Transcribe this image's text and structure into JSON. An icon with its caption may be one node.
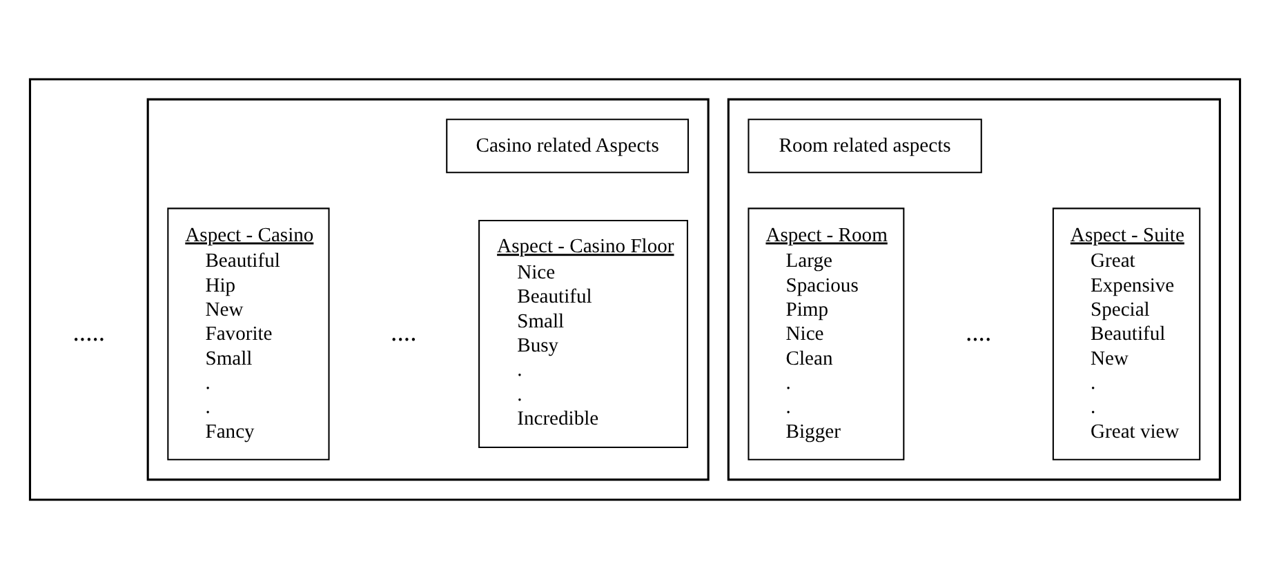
{
  "diagram": {
    "nodes": [
      {
        "text": [],
        "shape": "box"
      },
      {
        "text": [],
        "shape": "box",
        "in": 0
      },
      {
        "text": [
          "Room related aspects"
        ],
        "in": 1
      },
      {
        "text": [
          "Aspect - Room",
          "Large",
          "Spacious",
          "Pimp",
          "Nice",
          "Clean",
          ".",
          ".",
          "Bigger"
        ],
        "in": 1
      },
      {
        "text": [
          "Aspect - Suite",
          "Great",
          "Expensive",
          "Special",
          "Beautiful",
          "New",
          ".",
          ".",
          "Great view"
        ],
        "in": 1
      },
      {
        "text": [],
        "shape": "box",
        "in": 0
      },
      {
        "text": [
          "Casino related Aspects"
        ],
        "in": 5
      },
      {
        "text": [
          "Aspect - Casino",
          "Beautiful",
          "Hip",
          "New",
          "Favorite",
          "Small",
          ".",
          ".",
          "Fancy"
        ],
        "in": 5
      },
      {
        "text": [
          "Aspect - Casino Floor",
          "Nice",
          "Beautiful",
          "Small",
          "Busy",
          ".",
          ".",
          "Incredible"
        ],
        "in": 5
      }
    ],
    "edges": [],
    "labels": [
      "....",
      ".....",
      "...."
    ]
  }
}
